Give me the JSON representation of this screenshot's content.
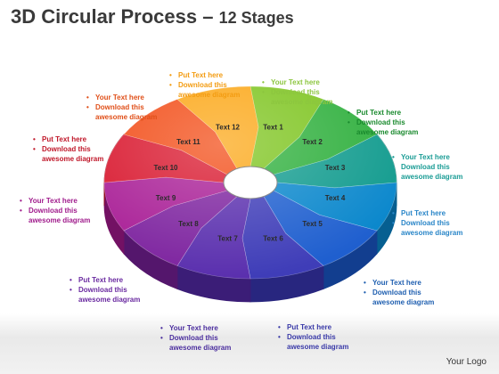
{
  "title": {
    "main": "3D Circular Process",
    "dash": " – ",
    "stages": "12 Stages"
  },
  "logo": "Your Logo",
  "bullet": "•",
  "segments": [
    {
      "label": "Text 1",
      "color": "#7dc41e",
      "side": "#4c8a10"
    },
    {
      "label": "Text 2",
      "color": "#2eaf3c",
      "side": "#1a7226"
    },
    {
      "label": "Text 3",
      "color": "#119b8e",
      "side": "#0a6860"
    },
    {
      "label": "Text 4",
      "color": "#0a87cc",
      "side": "#065f91"
    },
    {
      "label": "Text 5",
      "color": "#1f5fcf",
      "side": "#123e8f"
    },
    {
      "label": "Text 6",
      "color": "#3f3db8",
      "side": "#28267f"
    },
    {
      "label": "Text 7",
      "color": "#5a2fae",
      "side": "#3b1d77"
    },
    {
      "label": "Text 8",
      "color": "#7d239f",
      "side": "#54166c"
    },
    {
      "label": "Text 9",
      "color": "#a81c95",
      "side": "#731164"
    },
    {
      "label": "Text 10",
      "color": "#d8142b",
      "side": "#940b1b"
    },
    {
      "label": "Text 11",
      "color": "#f24a14",
      "side": "#a6300b"
    },
    {
      "label": "Text 12",
      "color": "#fba614",
      "side": "#b2740b"
    }
  ],
  "callouts": [
    {
      "color": "#f39c12",
      "title": "Put Text  here",
      "body": "Download this\nawesome diagram"
    },
    {
      "color": "#8cc63f",
      "title": "Your Text here",
      "body": "Download this\nawesome diagram"
    },
    {
      "color": "#1a8a2e",
      "title": "Put Text here",
      "body": "Download this\nawesome diagram"
    },
    {
      "color": "#1a9c95",
      "title": "Your Text here",
      "body": "Download this\nawesome diagram"
    },
    {
      "color": "#2a86c8",
      "title": "Put Text here",
      "body": "Download this\nawesome diagram"
    },
    {
      "color": "#1f5fb0",
      "title": "Your Text here",
      "body": "Download this\nawesome diagram"
    },
    {
      "color": "#3a3aa8",
      "title": "Put Text here",
      "body": "Download this\nawesome diagram"
    },
    {
      "color": "#4b2e9e",
      "title": "Your Text here",
      "body": "Download this\nawesome diagram"
    },
    {
      "color": "#6a2aa0",
      "title": "Put Text here",
      "body": "Download this\nawesome diagram"
    },
    {
      "color": "#a01c8c",
      "title": "Your Text  here",
      "body": "Download this\nawesome diagram"
    },
    {
      "color": "#c0182a",
      "title": "Put Text  here",
      "body": "Download this\nawesome diagram"
    },
    {
      "color": "#e0501a",
      "title": "Your Text  here",
      "body": "Download this\nawesome diagram"
    }
  ]
}
